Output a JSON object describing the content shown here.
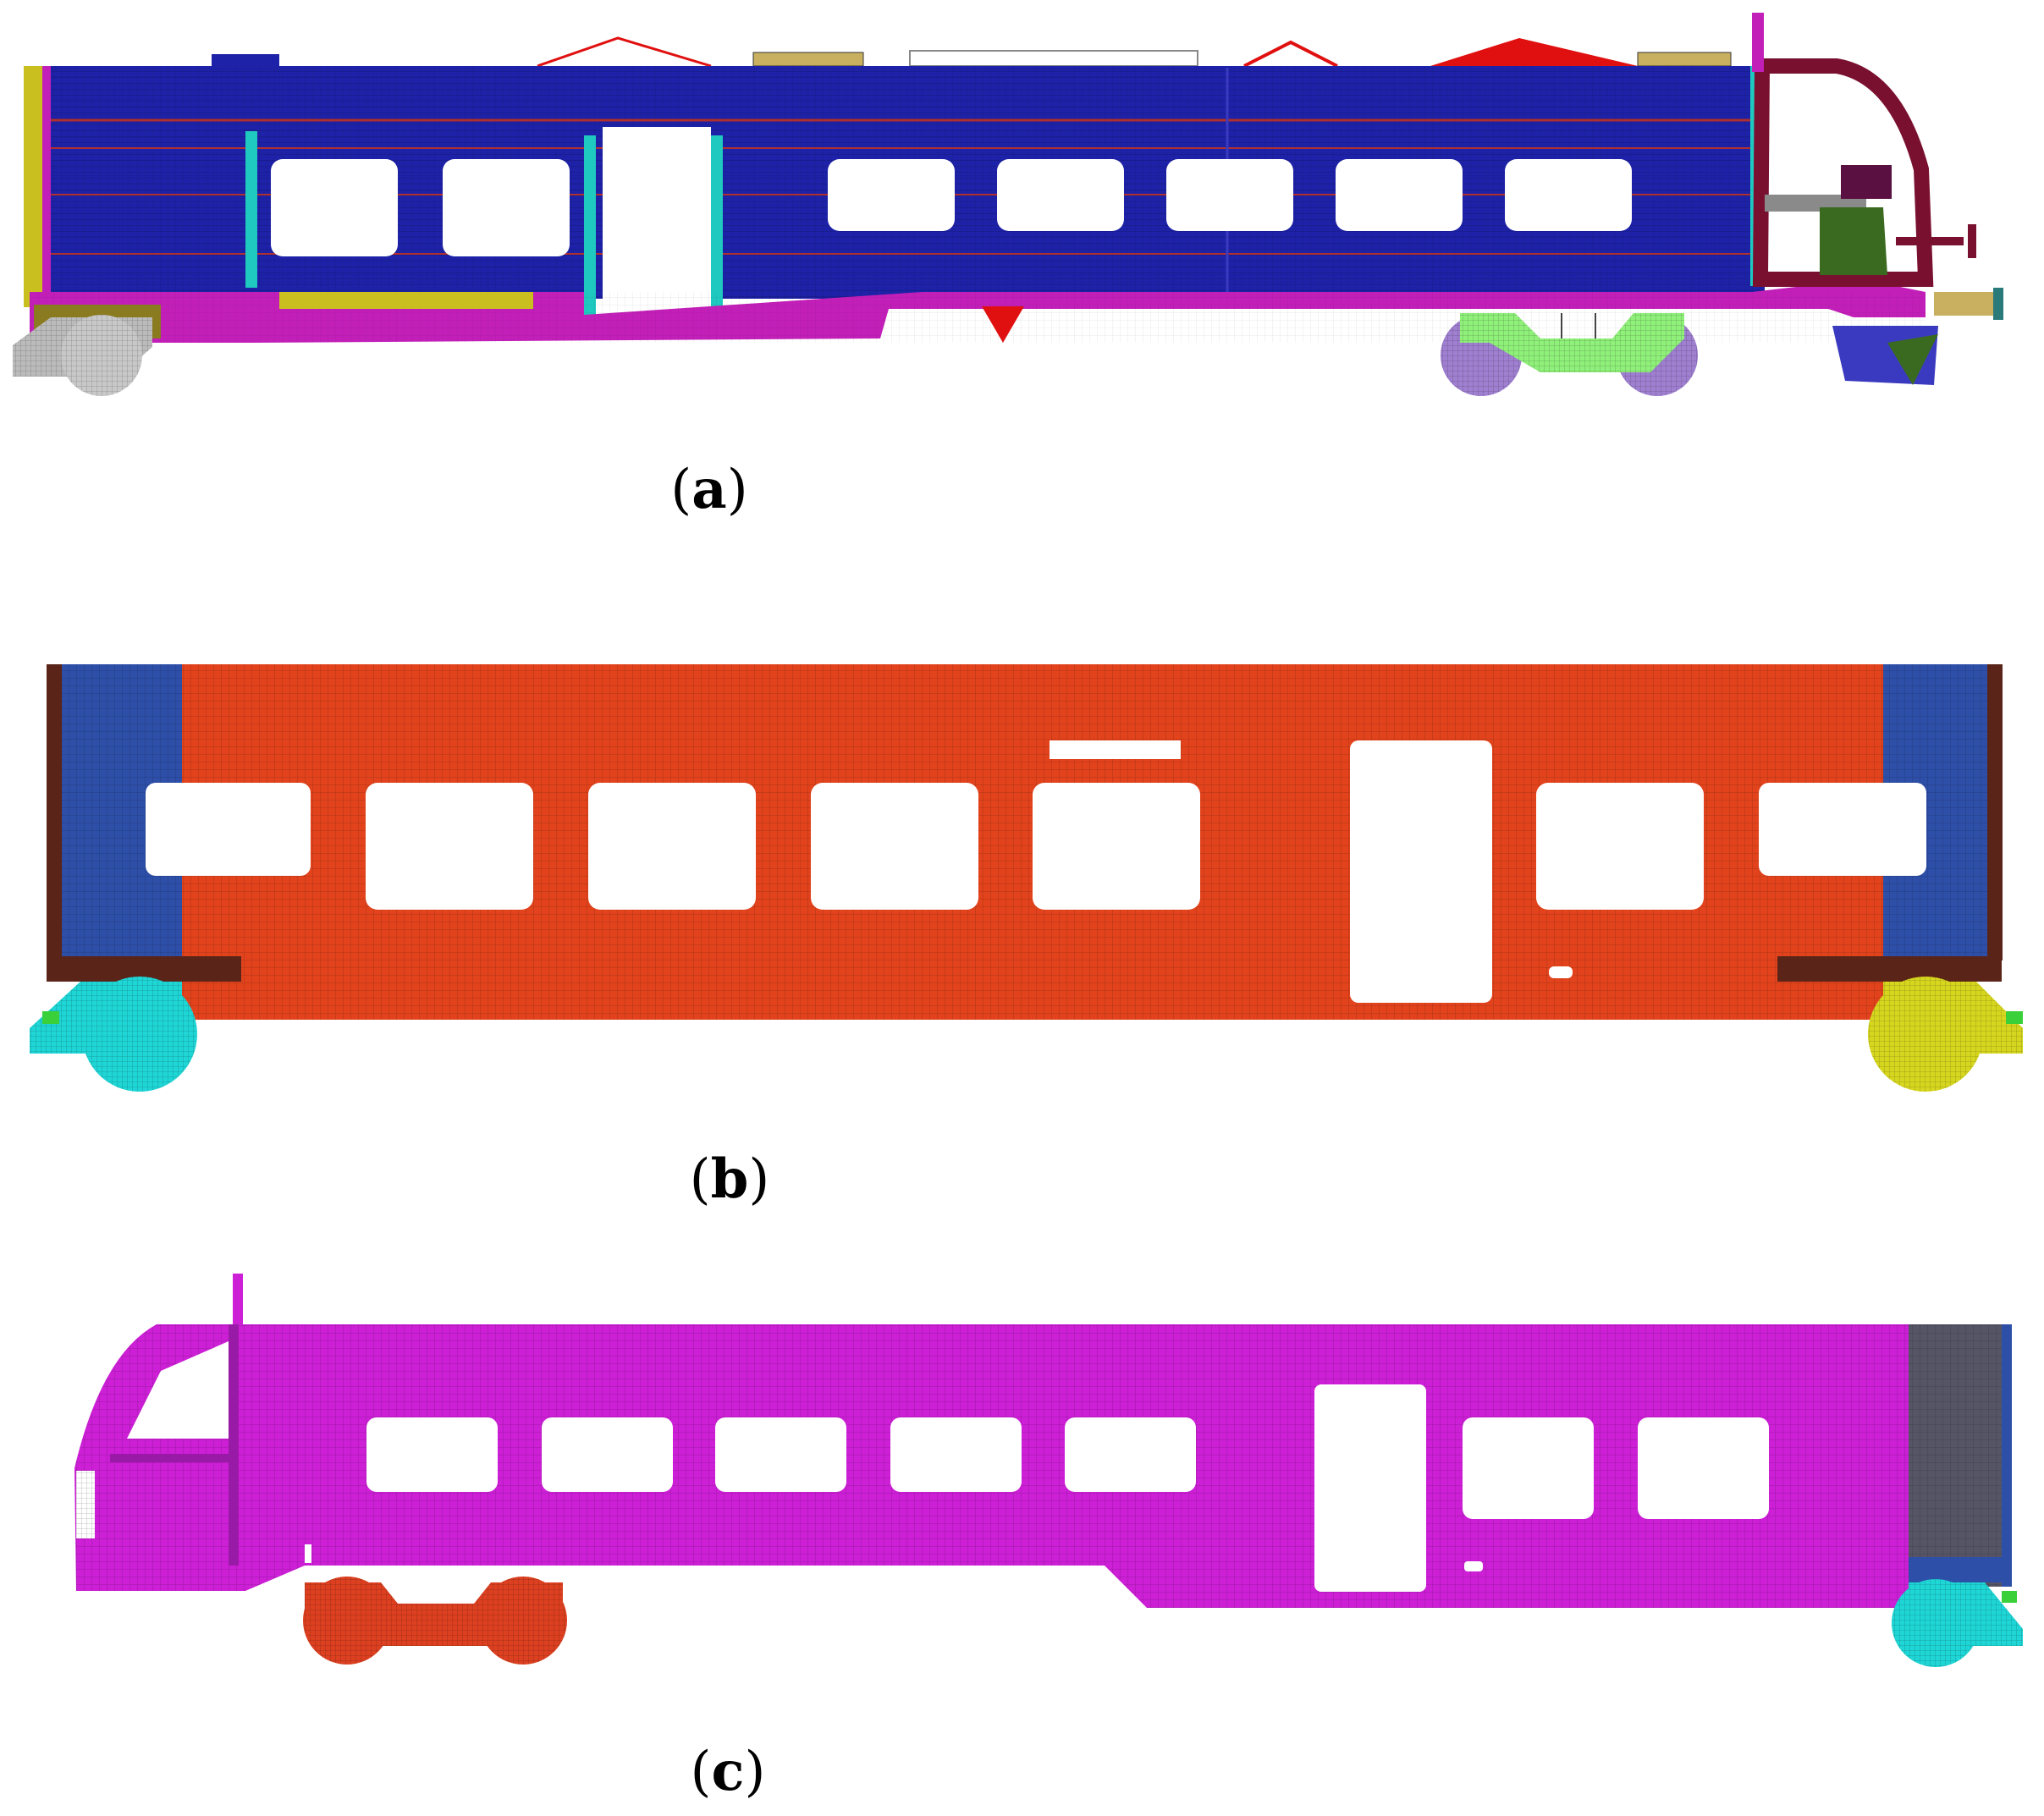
{
  "figure": {
    "panels": [
      {
        "id": "a",
        "letter": "a",
        "open": "(",
        "close": ")"
      },
      {
        "id": "b",
        "letter": "b",
        "open": "(",
        "close": ")"
      },
      {
        "id": "c",
        "letter": "c",
        "open": "(",
        "close": ")"
      }
    ]
  },
  "colors": {
    "panel_a_body": "#1e22a8",
    "panel_a_frame": "#c21fb8",
    "panel_a_cab": "#7a1030",
    "panel_b_body": "#e2431c",
    "panel_b_ends": "#2e4fa8",
    "panel_c_body": "#cc1fd6",
    "panel_c_end": "#555566",
    "mesh_line": "#000000"
  }
}
